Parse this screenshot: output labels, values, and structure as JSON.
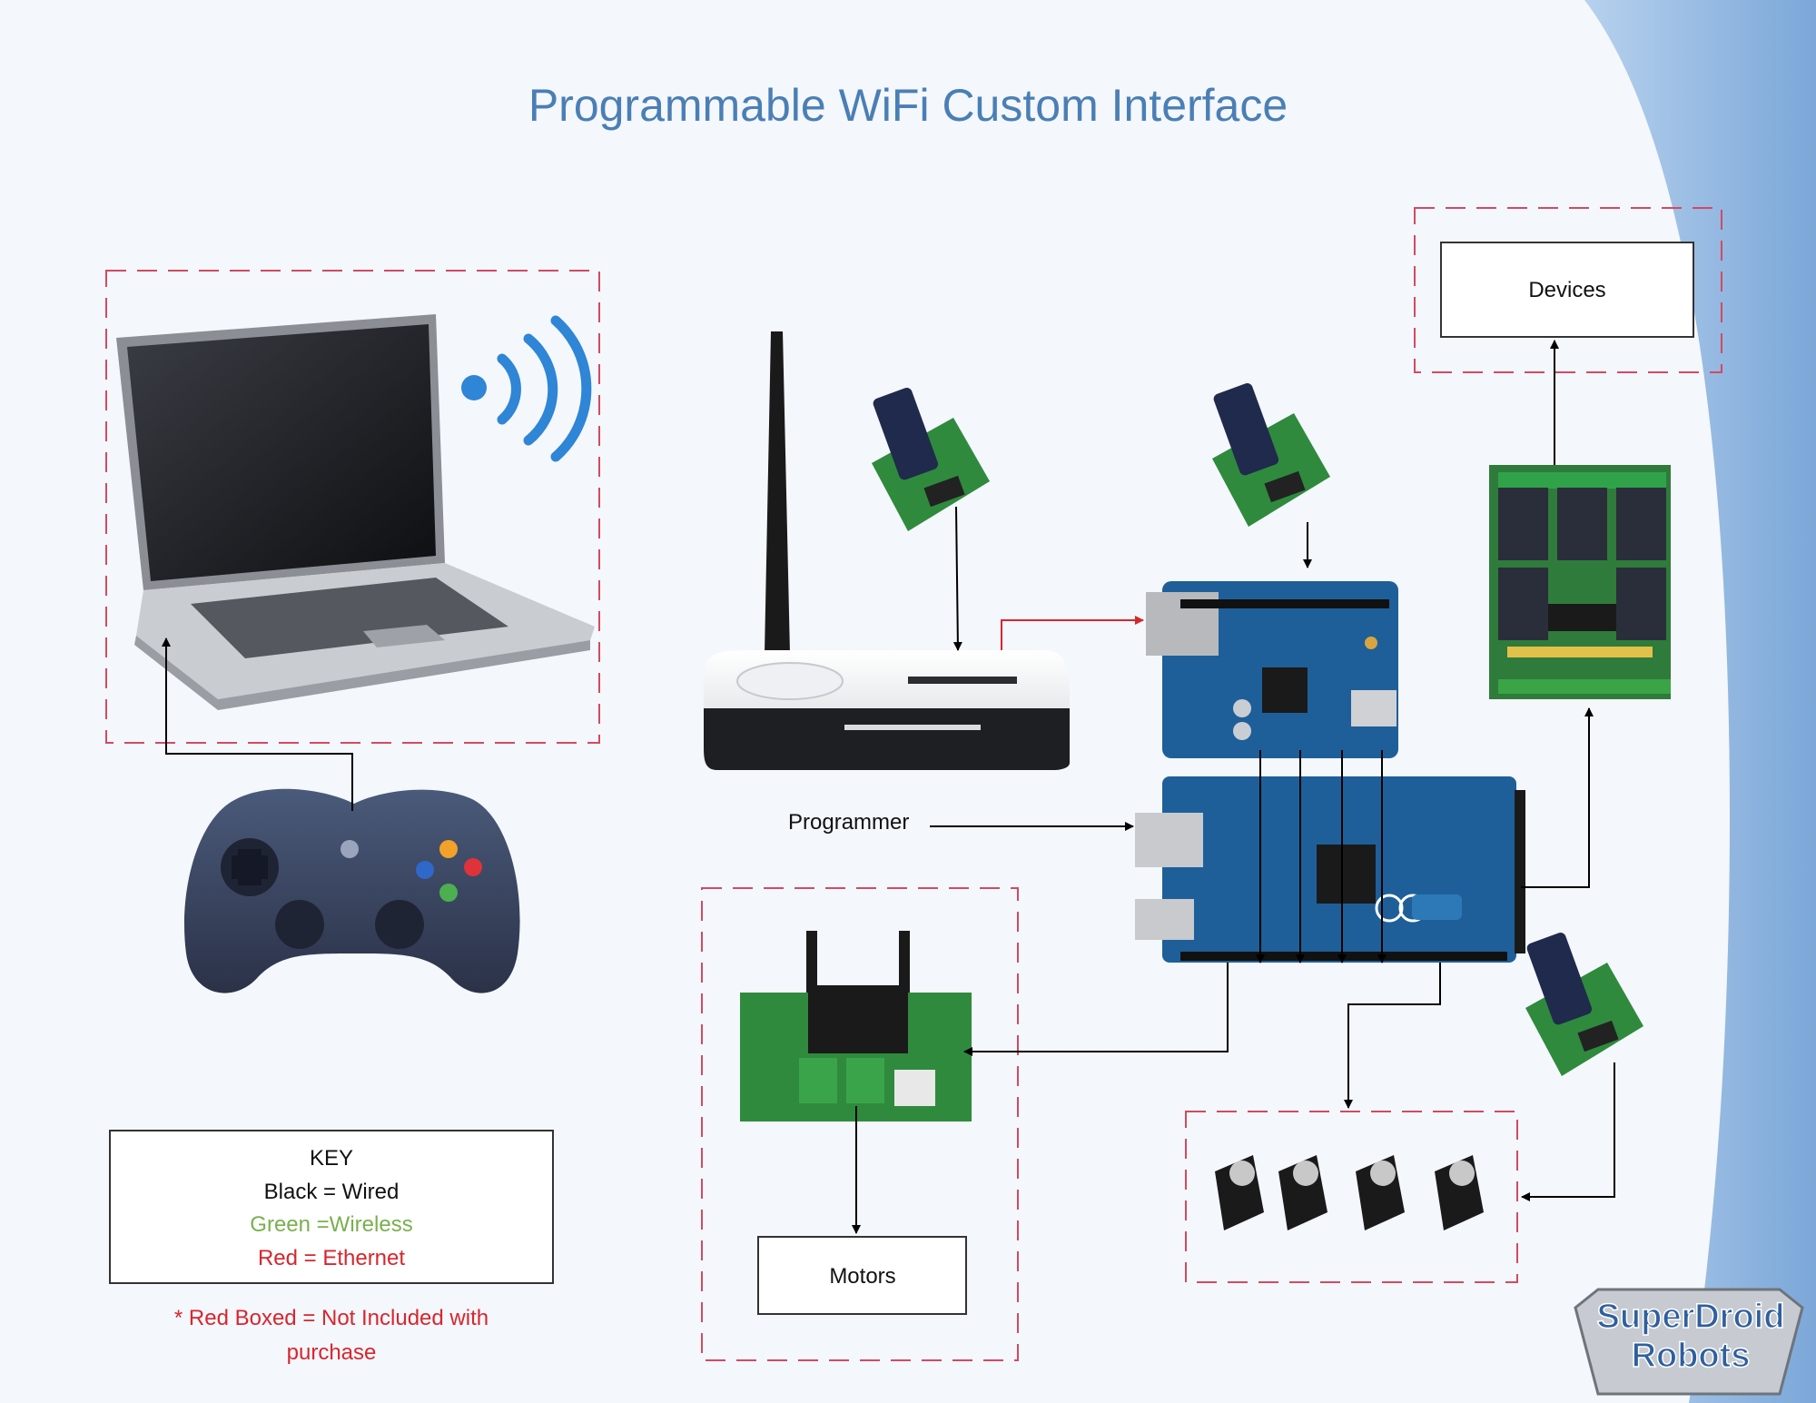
{
  "title": "Programmable WiFi Custom Interface",
  "labels": {
    "devices": "Devices",
    "motors": "Motors",
    "programmer": "Programmer"
  },
  "key": {
    "heading": "KEY",
    "wired": "Black = Wired",
    "wireless": "Green =Wireless",
    "ethernet": "Red = Ethernet"
  },
  "note": {
    "line1": "* Red Boxed = Not Included with",
    "line2": "purchase"
  },
  "logo": {
    "line1": "SuperDroid",
    "line2": "Robots"
  },
  "icons": {
    "laptop": "laptop-icon",
    "wifi": "wifi-signal-icon",
    "gamepad": "gamepad-icon",
    "router": "wifi-router-icon",
    "arduino": "arduino-board-icon",
    "relay": "relay-board-icon",
    "motor_driver": "motor-driver-icon",
    "servo": "servo-icon",
    "sensor": "sensor-module-icon"
  },
  "colors": {
    "title": "#4a7fb5",
    "dashed_box": "#d24a63",
    "wired": "#000000",
    "wireless": "#79b04d",
    "ethernet": "#d7262e",
    "arc": "#9dbfe3",
    "board": "#1f5f99"
  }
}
